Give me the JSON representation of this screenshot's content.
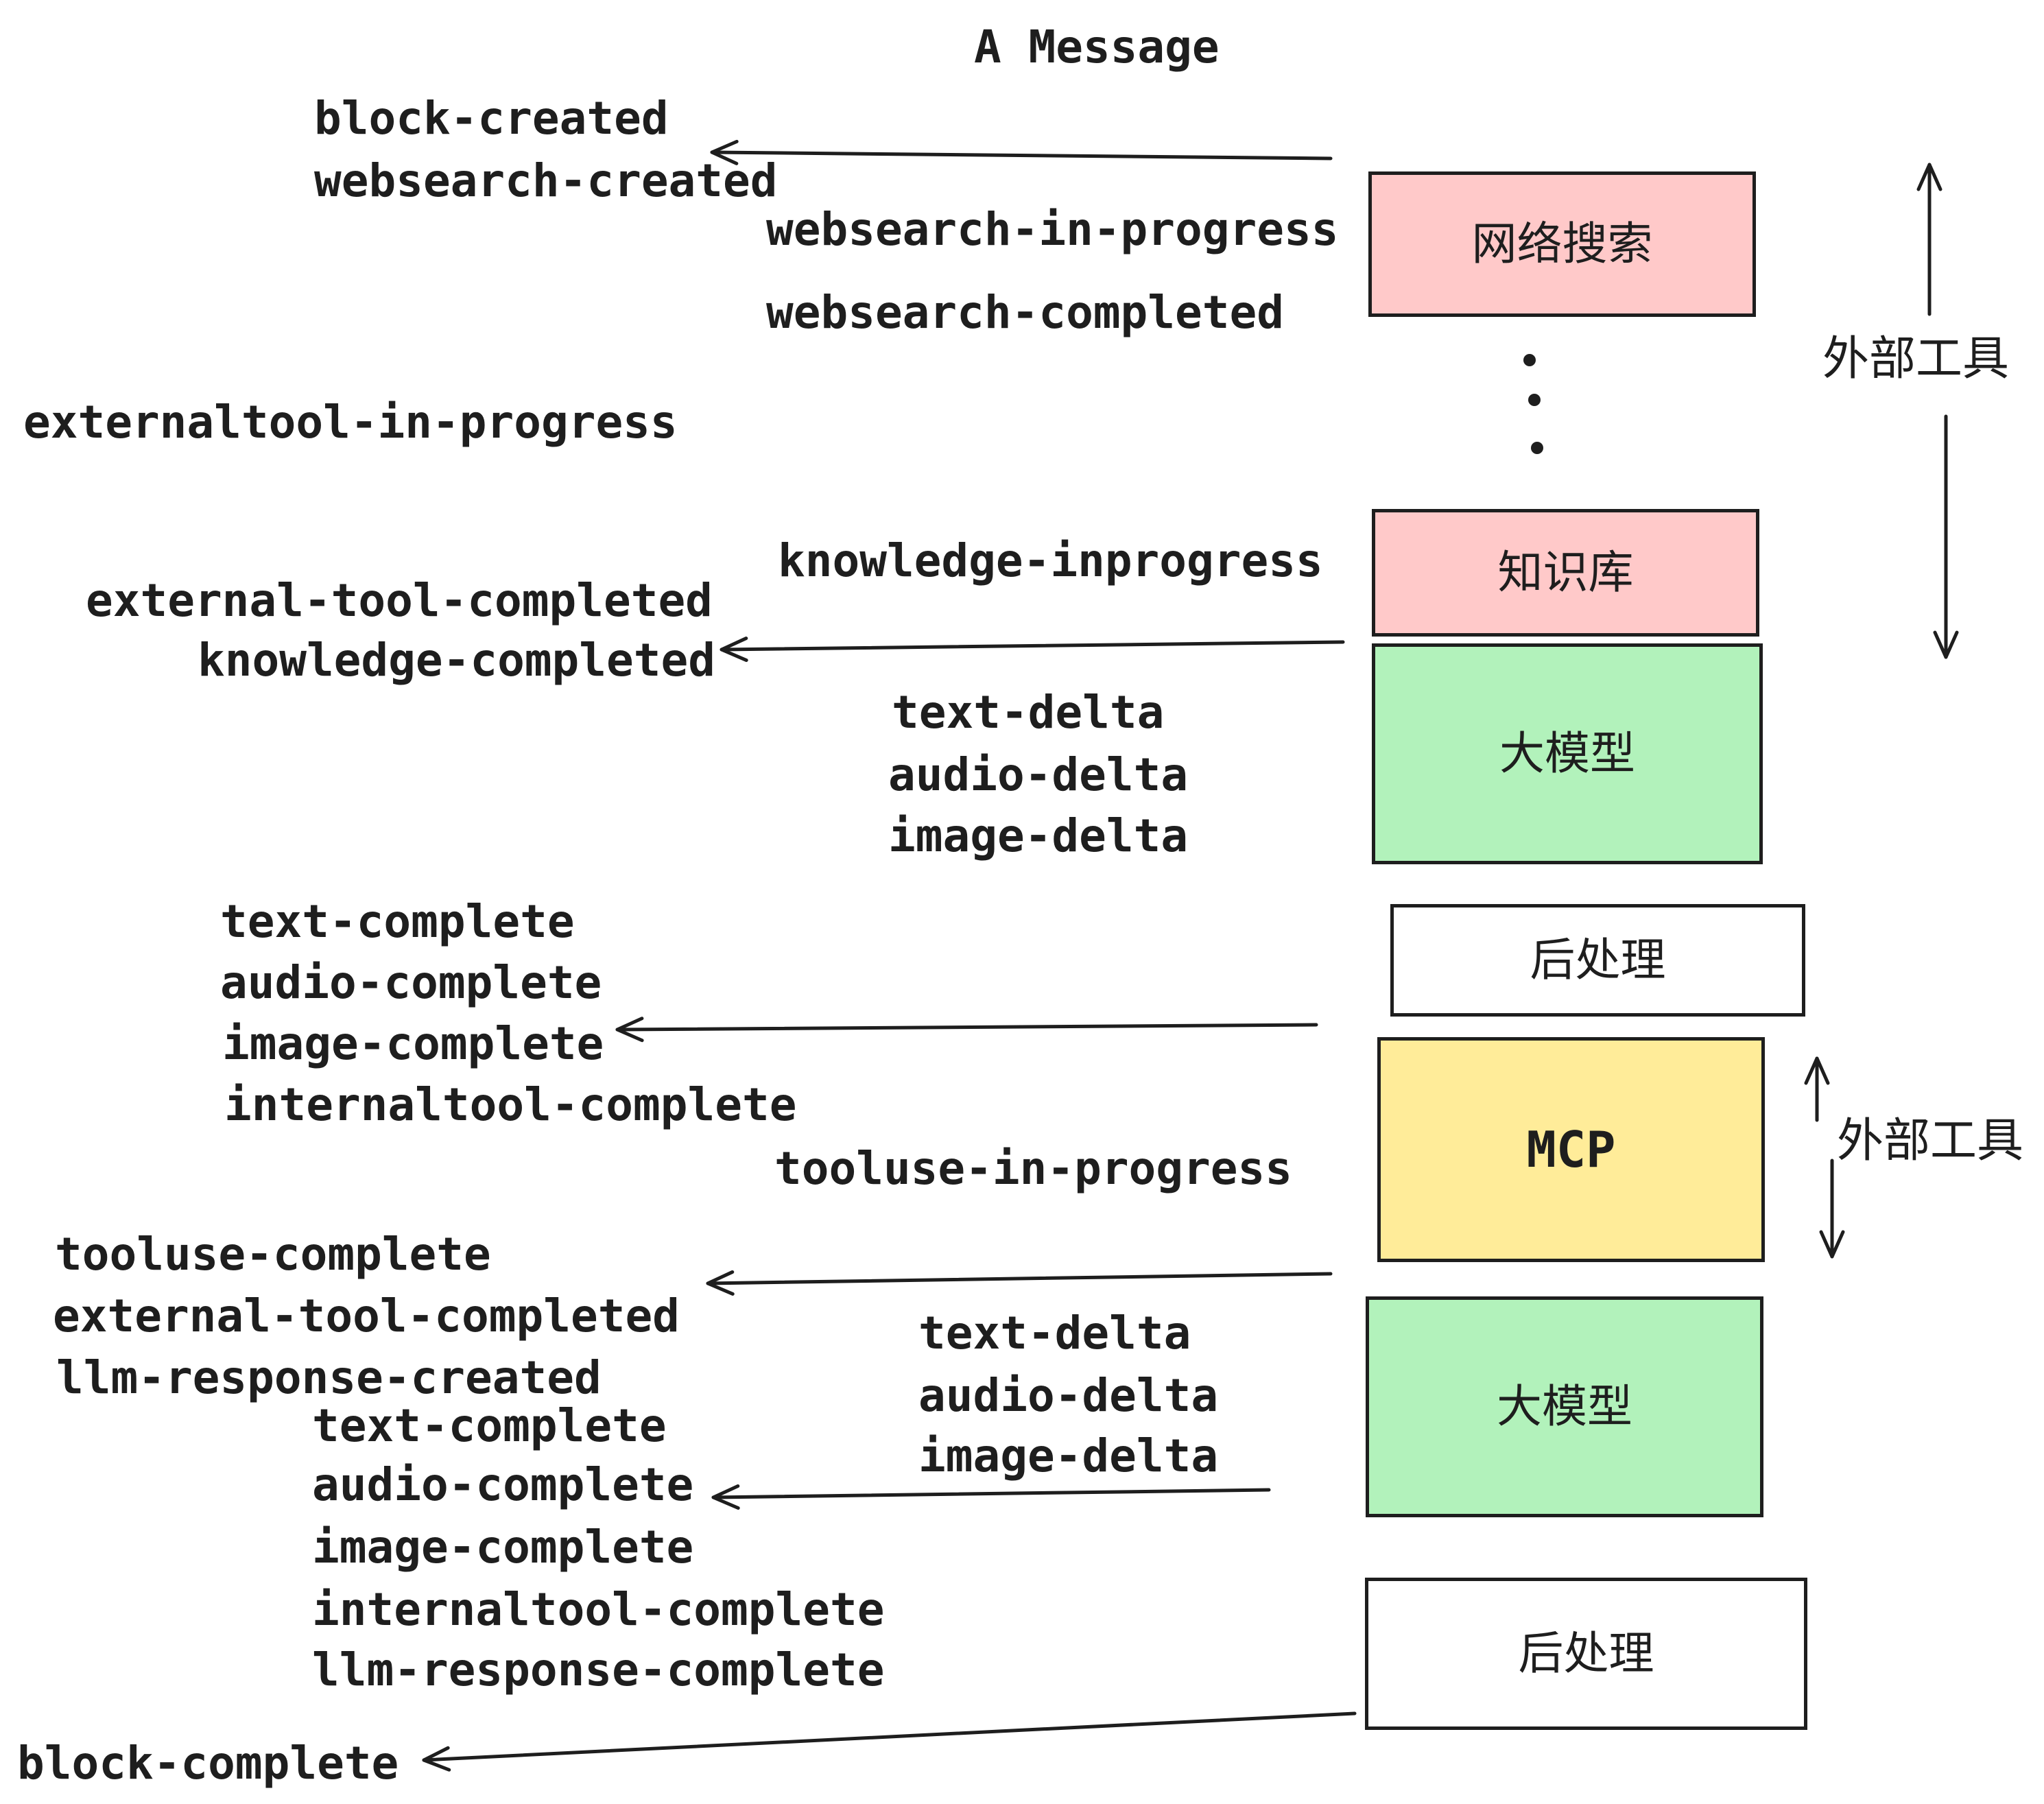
{
  "title": "A Message",
  "colors": {
    "ink": "#1e1e1e",
    "pink": "#ffc9c9",
    "green": "#b2f2bb",
    "yellow": "#ffec99",
    "white": "#ffffff",
    "background": "#ffffff"
  },
  "nodes": [
    {
      "id": "websearch",
      "label": "网络搜索",
      "color": "#ffc9c9"
    },
    {
      "id": "knowledge",
      "label": "知识库",
      "color": "#ffc9c9"
    },
    {
      "id": "llm-1",
      "label": "大模型",
      "color": "#b2f2bb"
    },
    {
      "id": "postprocess-1",
      "label": "后处理",
      "color": "#ffffff"
    },
    {
      "id": "mcp",
      "label": "MCP",
      "color": "#ffec99"
    },
    {
      "id": "llm-2",
      "label": "大模型",
      "color": "#b2f2bb"
    },
    {
      "id": "postprocess-2",
      "label": "后处理",
      "color": "#ffffff"
    }
  ],
  "side_labels": [
    "外部工具",
    "外部工具"
  ],
  "events": {
    "g1": [
      "block-created",
      "websearch-created"
    ],
    "g2": [
      "websearch-in-progress",
      "websearch-completed"
    ],
    "g3": [
      "externaltool-in-progress"
    ],
    "g4": [
      "knowledge-inprogress"
    ],
    "g5": [
      "external-tool-completed",
      "knowledge-completed"
    ],
    "g6": [
      "text-delta",
      "audio-delta",
      "image-delta"
    ],
    "g7": [
      "text-complete",
      "audio-complete",
      "image-complete",
      "internaltool-complete"
    ],
    "g8": [
      "tooluse-in-progress"
    ],
    "g9": [
      "tooluse-complete",
      "external-tool-completed",
      "llm-response-created"
    ],
    "g10": [
      "text-delta",
      "audio-delta",
      "image-delta"
    ],
    "g11": [
      "text-complete",
      "audio-complete",
      "image-complete",
      "internaltool-complete",
      "llm-response-complete"
    ],
    "g12": [
      "block-complete"
    ]
  }
}
